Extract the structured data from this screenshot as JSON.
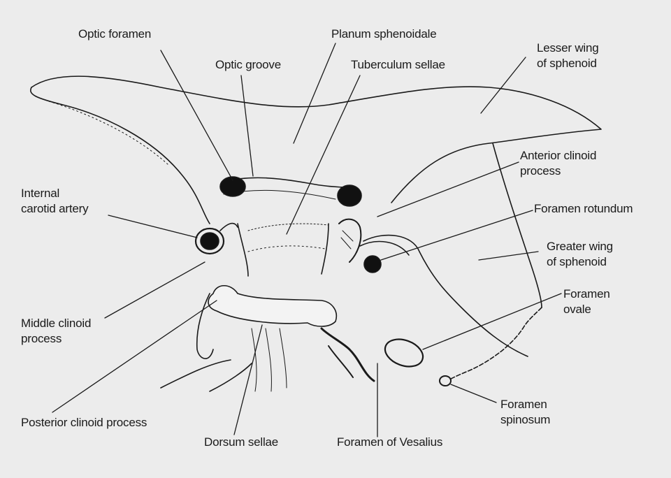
{
  "labels": {
    "optic_foramen": "Optic foramen",
    "planum_sphenoidale": "Planum sphenoidale",
    "optic_groove": "Optic groove",
    "tuberculum_sellae": "Tuberculum sellae",
    "lesser_wing": "Lesser wing\nof sphenoid",
    "anterior_clinoid": "Anterior clinoid\nprocess",
    "foramen_rotundum": "Foramen rotundum",
    "greater_wing": "Greater wing\nof sphenoid",
    "foramen_ovale": "Foramen\novale",
    "foramen_spinosum": "Foramen\nspinosum",
    "foramen_vesalius": "Foramen of Vesalius",
    "dorsum_sellae": "Dorsum sellae",
    "posterior_clinoid": "Posterior clinoid process",
    "middle_clinoid": "Middle clinoid\nprocess",
    "internal_carotid": "Internal\ncarotid artery"
  }
}
